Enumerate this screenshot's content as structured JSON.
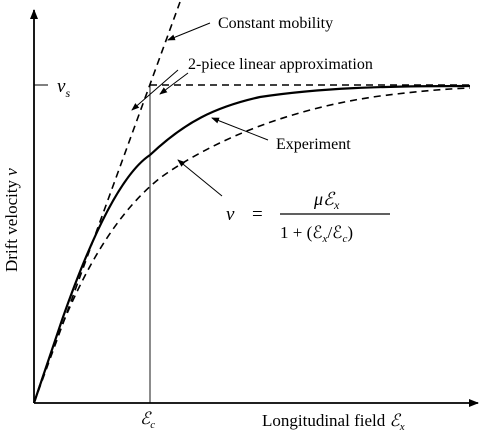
{
  "labels": {
    "constant_mobility": "Constant mobility",
    "two_piece": "2-piece linear approximation",
    "experiment": "Experiment",
    "vs": "v",
    "vs_sub": "s",
    "ec": "ℰ",
    "ec_sub": "c",
    "y_axis": "Drift velocity ",
    "y_axis_var": "v",
    "x_axis": "Longitudinal field ",
    "x_axis_var": "ℰ",
    "x_axis_sub": "x"
  },
  "formula": {
    "lhs": "v",
    "eq": "=",
    "num_mu": "μℰ",
    "num_sub": "x",
    "den_prefix": "1 + (ℰ",
    "den_sub1": "x",
    "den_mid": "/ℰ",
    "den_sub2": "c",
    "den_suffix": ")"
  },
  "chart_data": {
    "type": "line",
    "title": "",
    "xlabel": "Longitudinal field ℰx",
    "ylabel": "Drift velocity v",
    "series": [
      {
        "name": "Constant mobility"
      },
      {
        "name": "2-piece linear approximation"
      },
      {
        "name": "Experiment"
      },
      {
        "name": "v = μℰx / (1 + (ℰx/ℰc))"
      }
    ],
    "annotations": [
      "vs",
      "ℰc"
    ]
  },
  "colors": {
    "ink": "#000000"
  }
}
